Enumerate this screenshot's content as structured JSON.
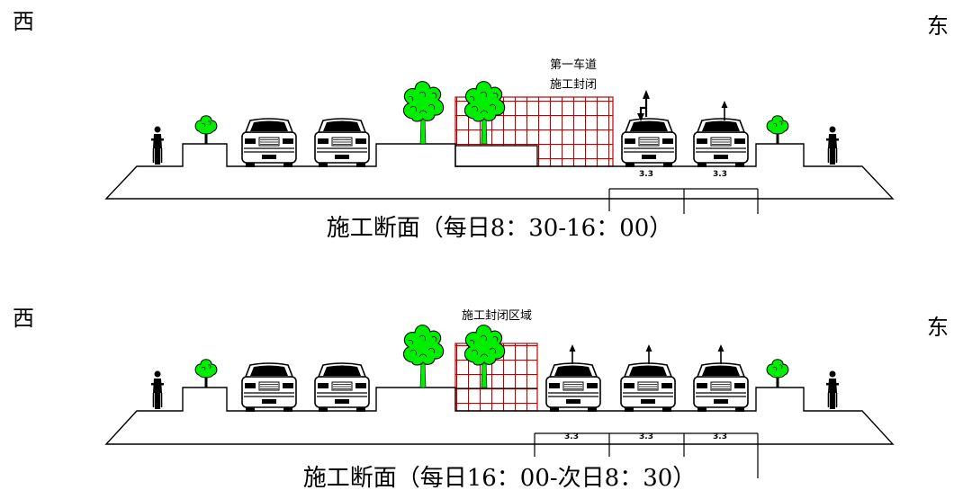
{
  "colors": {
    "ink": "#000000",
    "hatch": "#c00000",
    "tree": "#00ee00"
  },
  "icons": [
    "car-icon",
    "bicycle-icon",
    "tree-icon",
    "shrub-icon",
    "arrow-up-icon",
    "arrow-straight-left-icon"
  ],
  "sections": [
    {
      "west": "西",
      "east": "东",
      "zone_lines": [
        "第一车道",
        "施工封闭"
      ],
      "lane_widths": [
        "3.3",
        "3.3"
      ],
      "title": "施工断面（每日8：30-16：00）"
    },
    {
      "west": "西",
      "east": "东",
      "zone_lines": [
        "施工封闭区域"
      ],
      "lane_widths": [
        "3.3",
        "3.3",
        "3.3"
      ],
      "title": "施工断面（每日16：00-次日8：30）"
    }
  ]
}
